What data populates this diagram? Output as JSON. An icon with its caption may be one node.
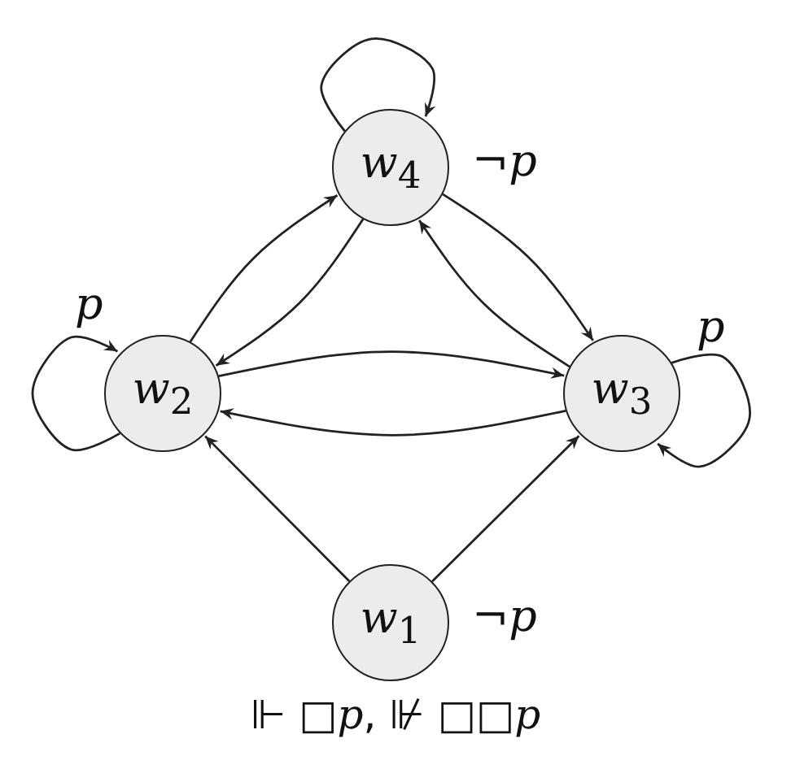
{
  "diagram": {
    "nodes": [
      {
        "text": [
          "*w*$_{4}$"
        ],
        "beside": [
          "¬*p*"
        ]
      },
      {
        "text": [
          "*w*$_{2}$"
        ],
        "beside": [
          "*p*"
        ]
      },
      {
        "text": [
          "*w*$_{3}$"
        ],
        "beside": [
          "*p*"
        ]
      },
      {
        "text": [
          "*w*$_{1}$"
        ],
        "beside": [
          "¬*p*"
        ]
      }
    ],
    "edges": [
      {
        "from": 0,
        "to": 0,
        "arrow": "to"
      },
      {
        "from": 1,
        "to": 1,
        "arrow": "to"
      },
      {
        "from": 2,
        "to": 2,
        "arrow": "to"
      },
      {
        "from": 1,
        "to": 0,
        "arrow": "to"
      },
      {
        "from": 0,
        "to": 1,
        "arrow": "to"
      },
      {
        "from": 0,
        "to": 2,
        "arrow": "to"
      },
      {
        "from": 2,
        "to": 0,
        "arrow": "to"
      },
      {
        "from": 1,
        "to": 2,
        "arrow": "to"
      },
      {
        "from": 2,
        "to": 1,
        "arrow": "to"
      },
      {
        "from": 3,
        "to": 1,
        "arrow": "to"
      },
      {
        "from": 3,
        "to": 2,
        "arrow": "to"
      }
    ],
    "labels": [
      "⊩ □*p*, ⊮ □□*p*"
    ]
  }
}
